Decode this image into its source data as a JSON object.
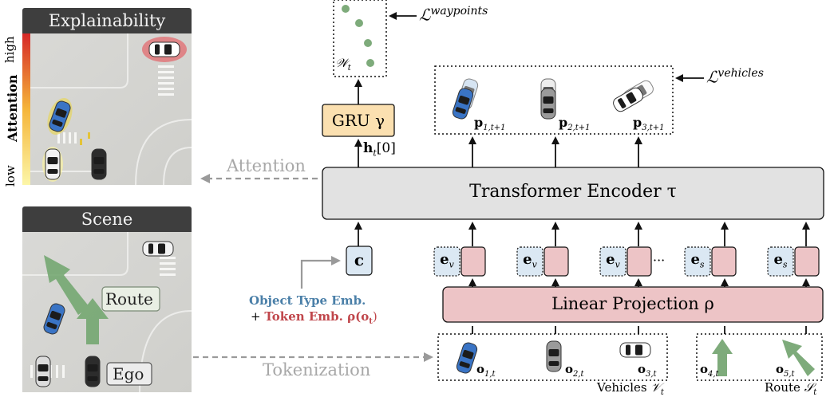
{
  "panels": {
    "explainability": {
      "title": "Explainability",
      "bar_high": "high",
      "bar_mid": "Attention",
      "bar_low": "low"
    },
    "scene": {
      "title": "Scene",
      "route_tag": "Route",
      "ego_tag": "Ego"
    }
  },
  "arrows": {
    "attention": "Attention",
    "tokenization": "Tokenization"
  },
  "blocks": {
    "gru": "GRU γ",
    "transformer": "Transformer Encoder τ",
    "linear": "Linear Projection ρ"
  },
  "tokens": {
    "c": "c",
    "ev": "e",
    "ev_sub": "v",
    "es": "e",
    "es_sub": "s",
    "ellipsis": "···"
  },
  "hidden": {
    "main": "h",
    "sub": "t",
    "index": "[0]"
  },
  "losses": {
    "script": "ℒ",
    "waypoints": "waypoints",
    "vehicles": "vehicles"
  },
  "waypoints_label": {
    "main": "𝒲",
    "sub": "t"
  },
  "predictions": [
    {
      "main": "p",
      "sub": "1,t+1"
    },
    {
      "main": "p",
      "sub": "2,t+1"
    },
    {
      "main": "p",
      "sub": "3,t+1"
    }
  ],
  "objects": [
    {
      "main": "o",
      "sub": "1,t"
    },
    {
      "main": "o",
      "sub": "2,t"
    },
    {
      "main": "o",
      "sub": "3,t"
    },
    {
      "main": "o",
      "sub": "4,t"
    },
    {
      "main": "o",
      "sub": "5,t"
    }
  ],
  "groups": {
    "vehicles": {
      "name": "Vehicles",
      "sym": "𝒱",
      "sub": "t"
    },
    "route": {
      "name": "Route",
      "sym": "𝒮",
      "sub": "t"
    }
  },
  "legend": {
    "line1": "Object Type Emb.",
    "plus": "+",
    "line2": "Token Emb. ρ(",
    "line2_bold": "o",
    "line2_sub": "t",
    "line2_close": ")"
  },
  "colors": {
    "blue": "#4a7fa8",
    "pink_fill": "#edc4c6",
    "pink_stroke": "#9c5a5e",
    "blue_fill": "#dbe8f3",
    "gru_fill": "#fbe0b0",
    "grey_fill": "#e2e2e2",
    "green": "#7eab7b",
    "legend_red": "#c0464b"
  }
}
